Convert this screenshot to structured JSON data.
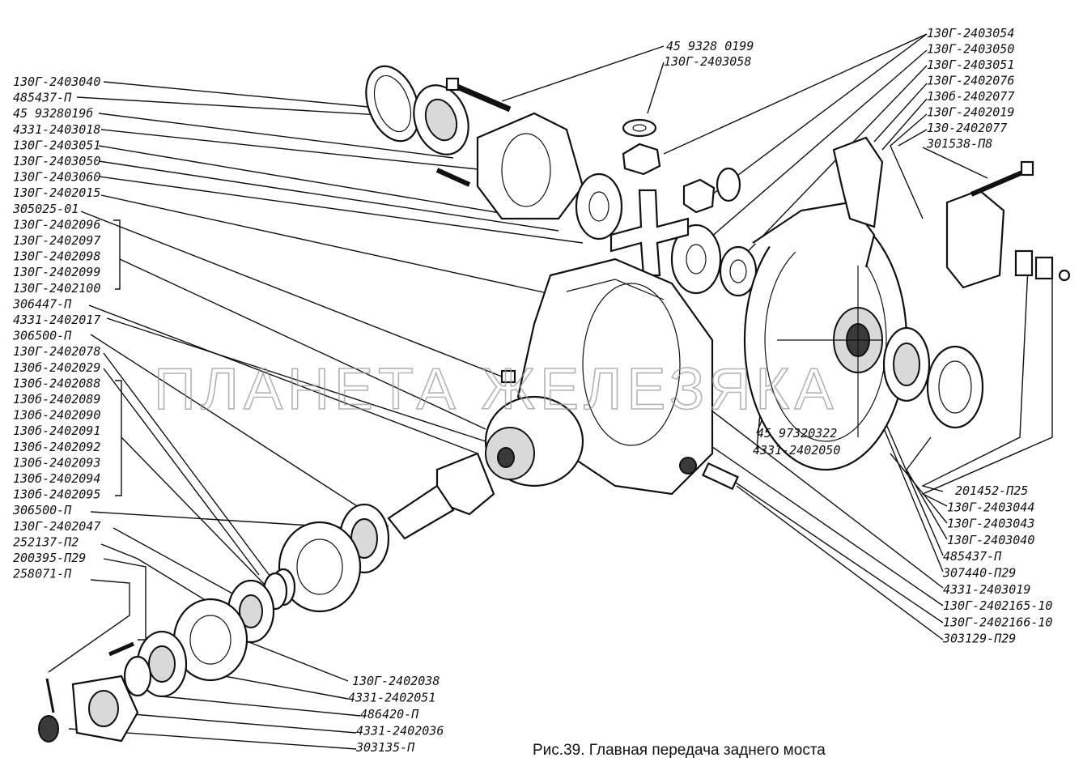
{
  "caption": "Рис.39. Главная передача заднего моста",
  "watermark": "ПЛАНЕТА ЖЕЛЕЗЯКА",
  "labels_left": [
    "130Г-2403040",
    "485437-П",
    "45 9328019б",
    "4331-2403018",
    "130Г-2403051",
    "130Г-2403050",
    "130Г-2403060",
    "130Г-2402015",
    "305025-01",
    "130Г-2402096",
    "130Г-2402097",
    "130Г-2402098",
    "130Г-2402099",
    "130Г-2402100",
    "306447-П",
    "4331-2402017",
    "306500-П",
    "130Г-2402078",
    "130б-2402029",
    "130б-2402088",
    "130б-2402089",
    "130б-2402090",
    "130б-2402091",
    "130б-2402092",
    "130б-2402093",
    "130б-2402094",
    "130б-2402095",
    "306500-П",
    "130Г-2402047",
    "252137-П2",
    "200395-П29",
    "258071-П"
  ],
  "labels_top": [
    "45 9328 0199",
    "130Г-2403058"
  ],
  "labels_right_top": [
    "130Г-2403054",
    "130Г-2403050",
    "130Г-2403051",
    "130Г-2402076",
    "130б-2402077",
    "130Г-2402019",
    "130-2402077",
    "301538-П8"
  ],
  "labels_center": [
    "45 97320322",
    "4331-2402050"
  ],
  "labels_right_bottom": [
    "201452-П25",
    "130Г-2403044",
    "130Г-2403043",
    "130Г-2403040",
    "485437-П",
    "307440-П29",
    "4331-2403019",
    "130Г-2402165-10",
    "130Г-2402166-10",
    "303129-П29"
  ],
  "labels_bottom": [
    "130Г-2402038",
    "4331-2402051",
    "486420-П",
    "4331-2402036",
    "303135-П"
  ]
}
